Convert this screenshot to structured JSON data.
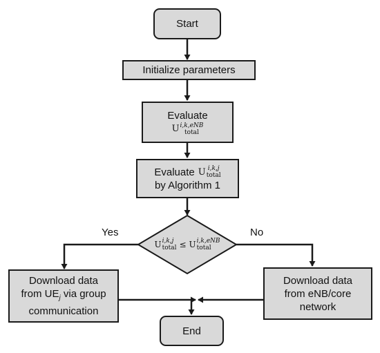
{
  "nodes": {
    "start": {
      "label": "Start"
    },
    "init": {
      "label": "Initialize parameters"
    },
    "eval_enb": {
      "label": "Evaluate",
      "symbol": "U",
      "superscript": "i,k,eNB",
      "subscript": "total"
    },
    "eval_ue": {
      "label": "Evaluate",
      "symbol": "U",
      "superscript": "i,k,j",
      "subscript": "total",
      "suffix": "by Algorithm 1"
    },
    "decision": {
      "lhs_sup": "i,k,j",
      "lhs_sub": "total",
      "op": "≤",
      "rhs_sup": "i,k,eNB",
      "rhs_sub": "total",
      "symbol": "U"
    },
    "download_ue": {
      "line1": "Download data",
      "line2_prefix": "from UE",
      "line2_sub": "j",
      "line2_suffix": " via group",
      "line3": "communication"
    },
    "download_enb": {
      "line1": "Download data",
      "line2": "from eNB/core",
      "line3": "network"
    },
    "end": {
      "label": "End"
    }
  },
  "branches": {
    "yes": "Yes",
    "no": "No"
  },
  "colors": {
    "box_fill": "#d9d9d9",
    "stroke": "#1a1a1a"
  }
}
